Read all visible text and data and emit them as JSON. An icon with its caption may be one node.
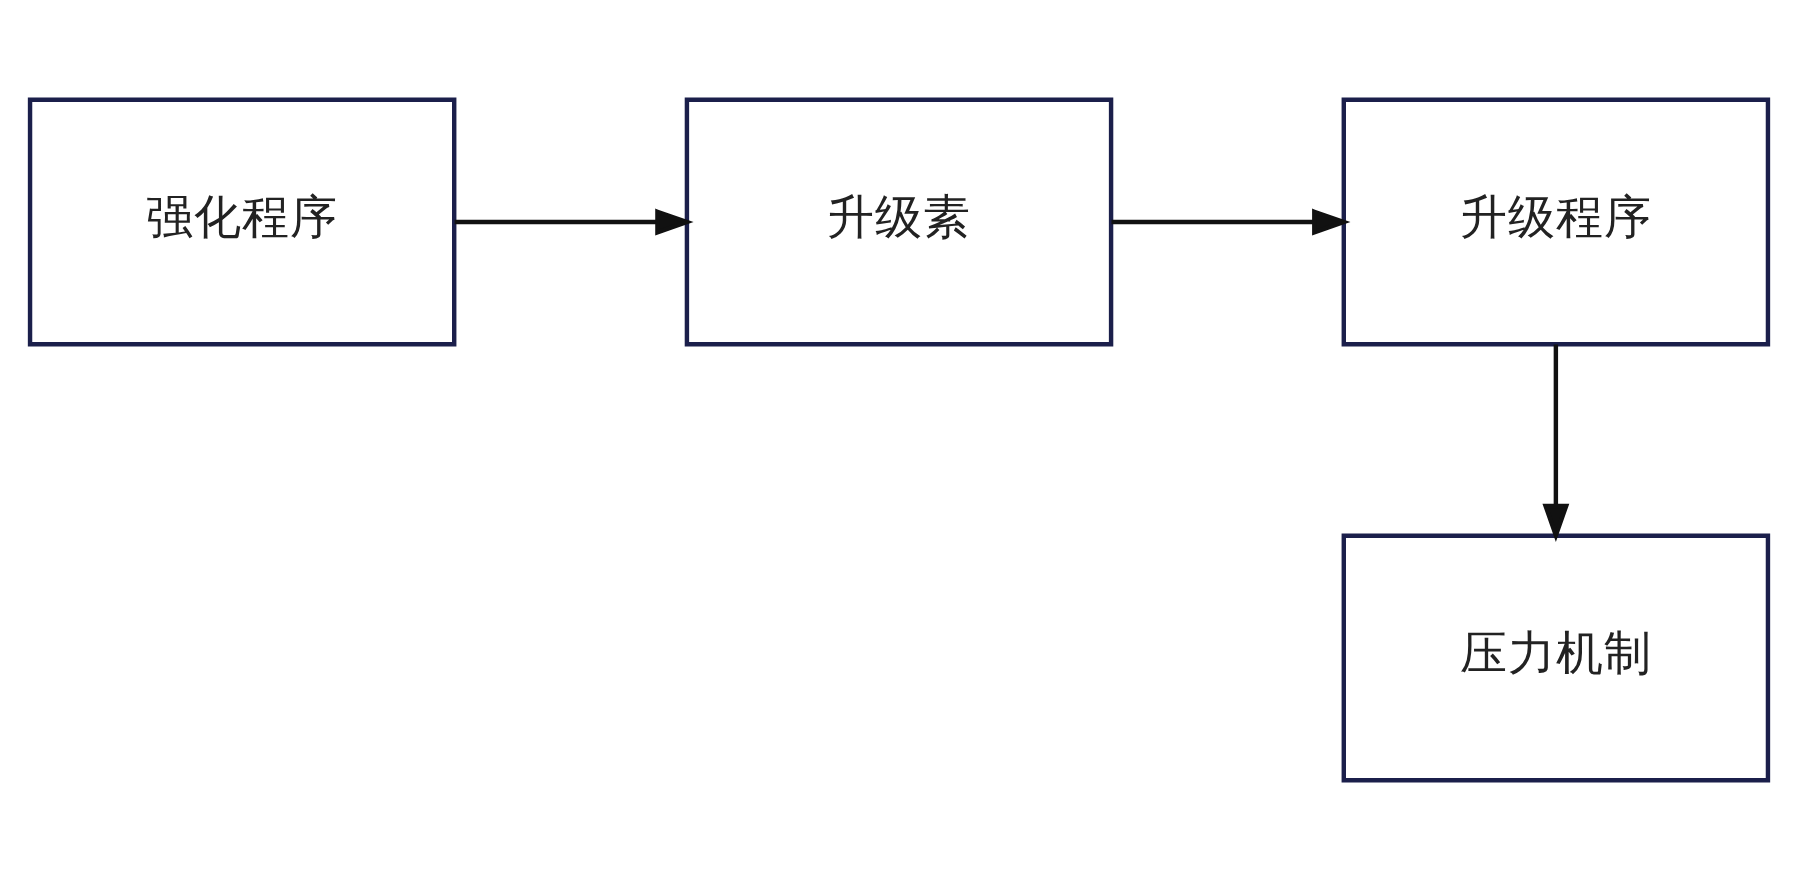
{
  "diagram": {
    "nodes": [
      {
        "text": [
          "强化程序"
        ]
      },
      {
        "text": [
          "升级素"
        ]
      },
      {
        "text": [
          "升级程序"
        ]
      },
      {
        "text": [
          "压力机制"
        ]
      }
    ],
    "edges": [
      {
        "from": 0,
        "to": 1,
        "arrow": "to"
      },
      {
        "from": 1,
        "to": 2,
        "arrow": "to"
      },
      {
        "from": 2,
        "to": 3,
        "arrow": "to"
      }
    ]
  }
}
